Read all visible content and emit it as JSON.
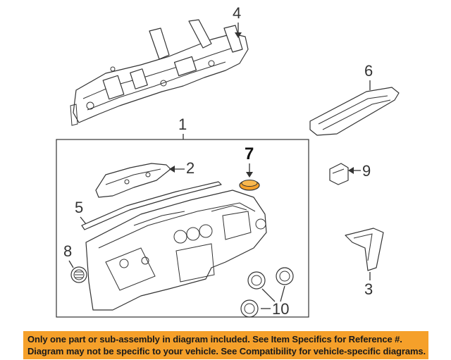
{
  "callouts": [
    {
      "id": "4",
      "label": "4"
    },
    {
      "id": "6",
      "label": "6"
    },
    {
      "id": "1",
      "label": "1"
    },
    {
      "id": "7",
      "label": "7"
    },
    {
      "id": "2",
      "label": "2"
    },
    {
      "id": "9",
      "label": "9"
    },
    {
      "id": "5",
      "label": "5"
    },
    {
      "id": "8",
      "label": "8"
    },
    {
      "id": "3",
      "label": "3"
    },
    {
      "id": "10",
      "label": "10"
    }
  ],
  "highlighted_part": "7",
  "notice": {
    "line1": "Only one part or sub-assembly in diagram included. See Item Specifics for Reference #.",
    "line2": "Diagram may not be specific to your vehicle. See Compatibility for vehicle-specific diagrams."
  },
  "colors": {
    "banner": "#f5a02a",
    "highlight_part": "#f5a02a",
    "line": "#333333"
  }
}
